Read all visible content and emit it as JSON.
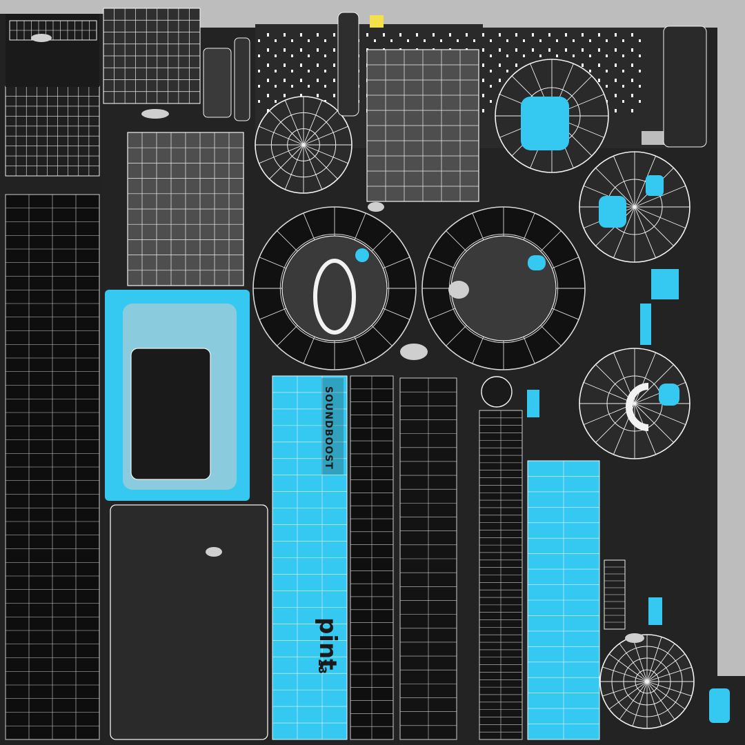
{
  "texture": {
    "labels": {
      "brand_mark": "pint",
      "brand_suffix": "Σ3",
      "strip_lettering": "SOUNDBOOST"
    }
  },
  "colors": {
    "background": "#bdbdbd",
    "island_fill": "#2b2b2b",
    "island_dark": "#111111",
    "panel_gray": "#4e4e4e",
    "wire": "#f2f2f2",
    "accent_blue": "#35c8f0",
    "light_patch": "#cfcfcf",
    "yellow_mark": "#f3e04a"
  },
  "icons": [
    "grid-cell-icon",
    "speaker-cone-icon",
    "screw-hole-icon"
  ]
}
